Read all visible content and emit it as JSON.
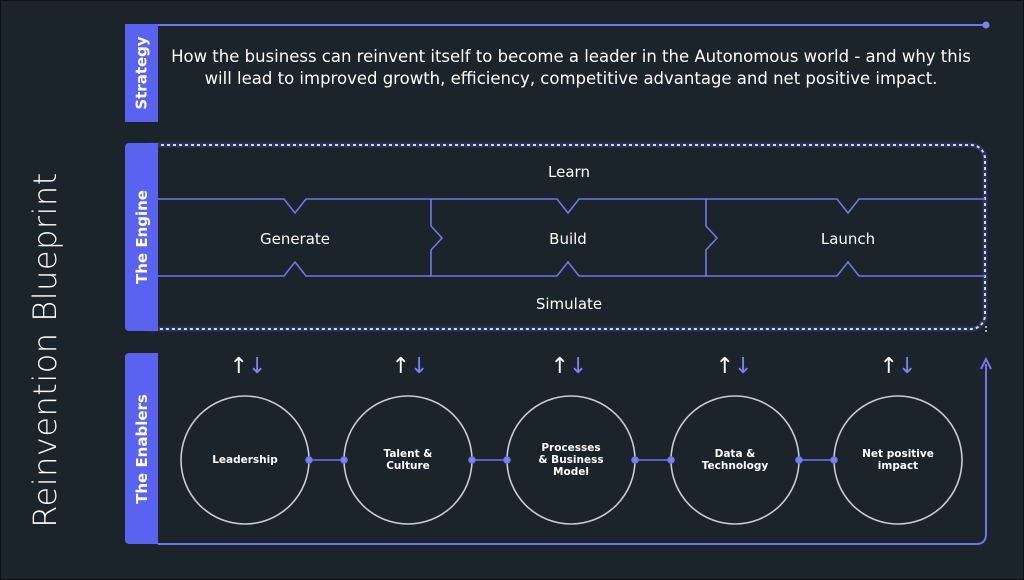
{
  "title": "Reinvention Blueprint",
  "strategy": {
    "tab_label": "Strategy",
    "text": "How the business can reinvent itself to become a leader in the Autonomous world - and why this will lead to improved growth, efficiency, competitive advantage and net positive impact."
  },
  "engine": {
    "tab_label": "The Engine",
    "top": "Learn",
    "stages": [
      "Generate",
      "Build",
      "Launch"
    ],
    "bottom": "Simulate"
  },
  "enablers": {
    "tab_label": "The Enablers",
    "items": [
      {
        "label": "Leadership"
      },
      {
        "label": "Talent &\nCulture"
      },
      {
        "label": "Processes\n& Business\nModel"
      },
      {
        "label": "Data &\nTechnology"
      },
      {
        "label": "Net positive\nimpact"
      }
    ],
    "arrow_up": "↑",
    "arrow_down": "↓"
  },
  "colors": {
    "background": "#1b242b",
    "accent": "#5a63f0",
    "line": "#6f78e8",
    "circle": "#c8cbd6",
    "text": "#ffffff"
  }
}
